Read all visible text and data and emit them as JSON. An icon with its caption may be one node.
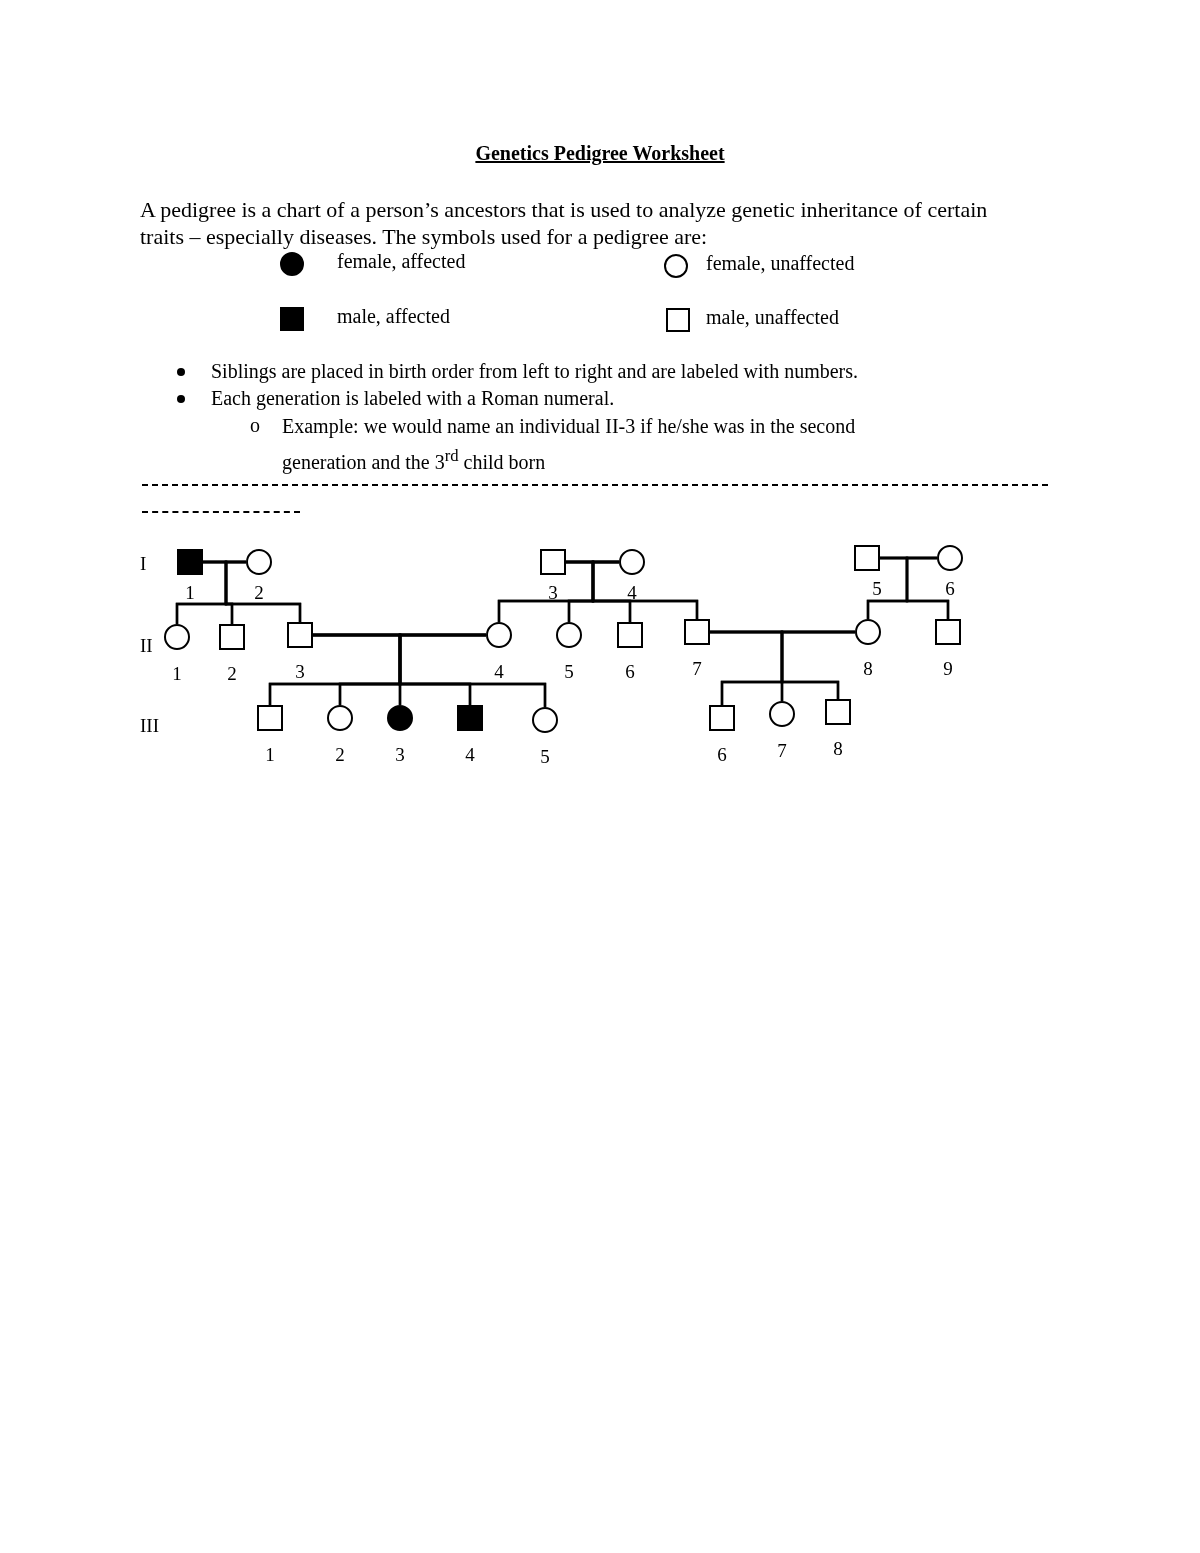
{
  "diagram": {
    "title": "Genetics Pedigree Worksheet",
    "nodes": [
      {
        "text": [],
        "shape": "filled-box",
        "beside": [
          "1"
        ]
      },
      {
        "text": [],
        "shape": "circle",
        "beside": [
          "2"
        ]
      },
      {
        "text": [],
        "shape": "box",
        "beside": [
          "3"
        ]
      },
      {
        "text": [],
        "shape": "circle",
        "beside": [
          "4"
        ]
      },
      {
        "text": [],
        "shape": "box",
        "beside": [
          "5"
        ]
      },
      {
        "text": [],
        "shape": "circle",
        "beside": [
          "6"
        ]
      },
      {
        "text": [],
        "shape": "circle",
        "beside": [
          "1"
        ]
      },
      {
        "text": [],
        "shape": "box",
        "beside": [
          "2"
        ]
      },
      {
        "text": [],
        "shape": "box",
        "beside": [
          "3"
        ]
      },
      {
        "text": [],
        "shape": "circle",
        "beside": [
          "4"
        ]
      },
      {
        "text": [],
        "shape": "circle",
        "beside": [
          "5"
        ]
      },
      {
        "text": [],
        "shape": "box",
        "beside": [
          "6"
        ]
      },
      {
        "text": [],
        "shape": "box",
        "beside": [
          "7"
        ]
      },
      {
        "text": [],
        "shape": "circle",
        "beside": [
          "8"
        ]
      },
      {
        "text": [],
        "shape": "box",
        "beside": [
          "9"
        ]
      },
      {
        "text": [],
        "shape": "box",
        "beside": [
          "1"
        ]
      },
      {
        "text": [],
        "shape": "circle",
        "beside": [
          "2"
        ]
      },
      {
        "text": [],
        "shape": "filled-circle",
        "beside": [
          "3"
        ]
      },
      {
        "text": [],
        "shape": "filled-box",
        "beside": [
          "4"
        ]
      },
      {
        "text": [],
        "shape": "circle",
        "beside": [
          "5"
        ]
      },
      {
        "text": [],
        "shape": "box",
        "beside": [
          "6"
        ]
      },
      {
        "text": [],
        "shape": "circle",
        "beside": [
          "7"
        ]
      },
      {
        "text": [],
        "shape": "box",
        "beside": [
          "8"
        ]
      }
    ],
    "edges": [
      {
        "from": 0,
        "to": 1,
        "arrow": "none"
      },
      {
        "from": 2,
        "to": 3,
        "arrow": "none"
      },
      {
        "from": 4,
        "to": 5,
        "arrow": "none"
      },
      {
        "from": 8,
        "to": 9,
        "arrow": "none"
      },
      {
        "from": 12,
        "to": 13,
        "arrow": "none"
      },
      {
        "from": 0,
        "to": 6,
        "arrow": "none"
      },
      {
        "from": 1,
        "to": 6,
        "arrow": "none"
      },
      {
        "from": 0,
        "to": 7,
        "arrow": "none"
      },
      {
        "from": 1,
        "to": 7,
        "arrow": "none"
      },
      {
        "from": 0,
        "to": 8,
        "arrow": "none"
      },
      {
        "from": 1,
        "to": 8,
        "arrow": "none"
      },
      {
        "from": 2,
        "to": 9,
        "arrow": "none"
      },
      {
        "from": 3,
        "to": 9,
        "arrow": "none"
      },
      {
        "from": 2,
        "to": 10,
        "arrow": "none"
      },
      {
        "from": 3,
        "to": 10,
        "arrow": "none"
      },
      {
        "from": 2,
        "to": 11,
        "arrow": "none"
      },
      {
        "from": 3,
        "to": 11,
        "arrow": "none"
      },
      {
        "from": 2,
        "to": 12,
        "arrow": "none"
      },
      {
        "from": 3,
        "to": 12,
        "arrow": "none"
      },
      {
        "from": 4,
        "to": 13,
        "arrow": "none"
      },
      {
        "from": 5,
        "to": 13,
        "arrow": "none"
      },
      {
        "from": 4,
        "to": 14,
        "arrow": "none"
      },
      {
        "from": 5,
        "to": 14,
        "arrow": "none"
      },
      {
        "from": 8,
        "to": 15,
        "arrow": "none"
      },
      {
        "from": 9,
        "to": 15,
        "arrow": "none"
      },
      {
        "from": 8,
        "to": 16,
        "arrow": "none"
      },
      {
        "from": 9,
        "to": 16,
        "arrow": "none"
      },
      {
        "from": 8,
        "to": 17,
        "arrow": "none"
      },
      {
        "from": 9,
        "to": 17,
        "arrow": "none"
      },
      {
        "from": 8,
        "to": 18,
        "arrow": "none"
      },
      {
        "from": 9,
        "to": 18,
        "arrow": "none"
      },
      {
        "from": 8,
        "to": 19,
        "arrow": "none"
      },
      {
        "from": 9,
        "to": 19,
        "arrow": "none"
      },
      {
        "from": 12,
        "to": 20,
        "arrow": "none"
      },
      {
        "from": 13,
        "to": 20,
        "arrow": "none"
      },
      {
        "from": 12,
        "to": 21,
        "arrow": "none"
      },
      {
        "from": 13,
        "to": 21,
        "arrow": "none"
      },
      {
        "from": 12,
        "to": 22,
        "arrow": "none"
      },
      {
        "from": 13,
        "to": 22,
        "arrow": "none"
      }
    ],
    "labels": [
      "A pedigree is a chart of a person’s ancestors that is used to analyze genetic inheritance of certain traits – especially diseases. The symbols used for a pedigree are:",
      "Siblings are placed in birth order from left to right and are labeled with numbers.",
      "Each generation is labeled with a Roman numeral.",
      "o",
      "Example: we would name an individual II-3 if he/she was in the second generation and the 3$^{rd}$ child born",
      "I",
      "II",
      "III"
    ],
    "legend": [
      {
        "text": "female, affected"
      },
      {
        "text": "female, unaffected"
      },
      {
        "text": "male, affected"
      },
      {
        "text": "male, unaffected"
      }
    ]
  }
}
